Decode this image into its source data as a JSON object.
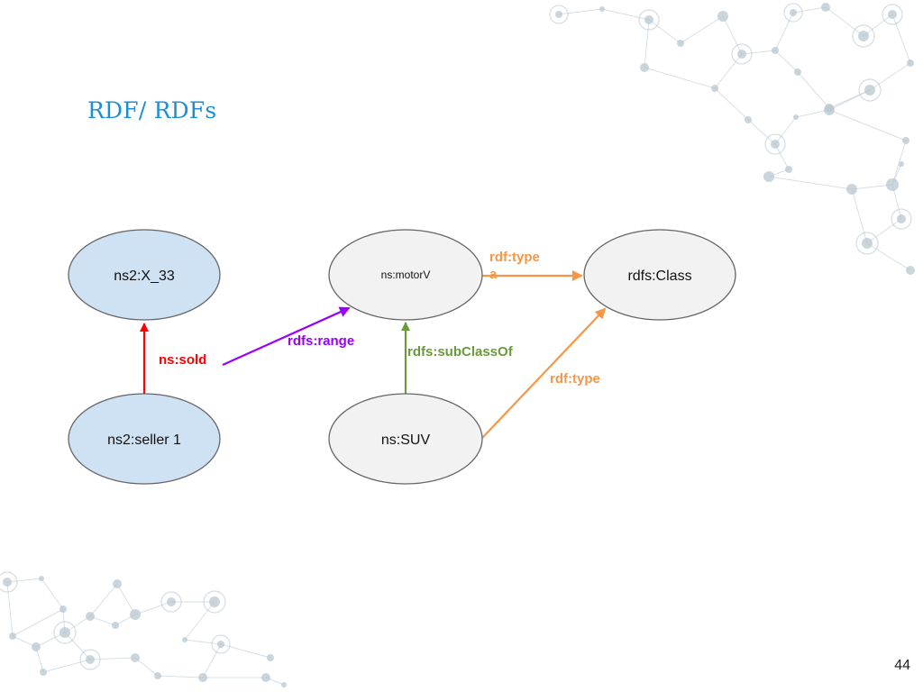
{
  "slide": {
    "title": "RDF/ RDFs",
    "page_number": "44"
  },
  "colors": {
    "title": "#1a8fd6",
    "node_blue": "#cfe2f3",
    "node_gray": "#f2f2f2",
    "edge_red": "#ff0000",
    "edge_purple": "#9900ff",
    "edge_green": "#6a9a3a",
    "edge_orange": "#f79646",
    "decoration": "#b8c7d0"
  },
  "diagram": {
    "nodes": [
      {
        "id": "x33",
        "label": "ns2:X_33"
      },
      {
        "id": "seller",
        "label": "ns2:seller 1"
      },
      {
        "id": "motorv",
        "label": "ns:motorV"
      },
      {
        "id": "suv",
        "label": "ns:SUV"
      },
      {
        "id": "class",
        "label": "rdfs:Class"
      }
    ],
    "edges": [
      {
        "id": "sold",
        "from": "seller",
        "to": "x33",
        "label": "ns:sold"
      },
      {
        "id": "range",
        "from": "sold",
        "to": "motorv",
        "label": "rdfs:range"
      },
      {
        "id": "subclass",
        "from": "suv",
        "to": "motorv",
        "label": "rdfs:subClassOf"
      },
      {
        "id": "type_motorv",
        "from": "motorv",
        "to": "class",
        "label_lines": [
          "rdf:type",
          "a"
        ]
      },
      {
        "id": "type_suv",
        "from": "suv",
        "to": "class",
        "label": "rdf:type"
      }
    ]
  }
}
